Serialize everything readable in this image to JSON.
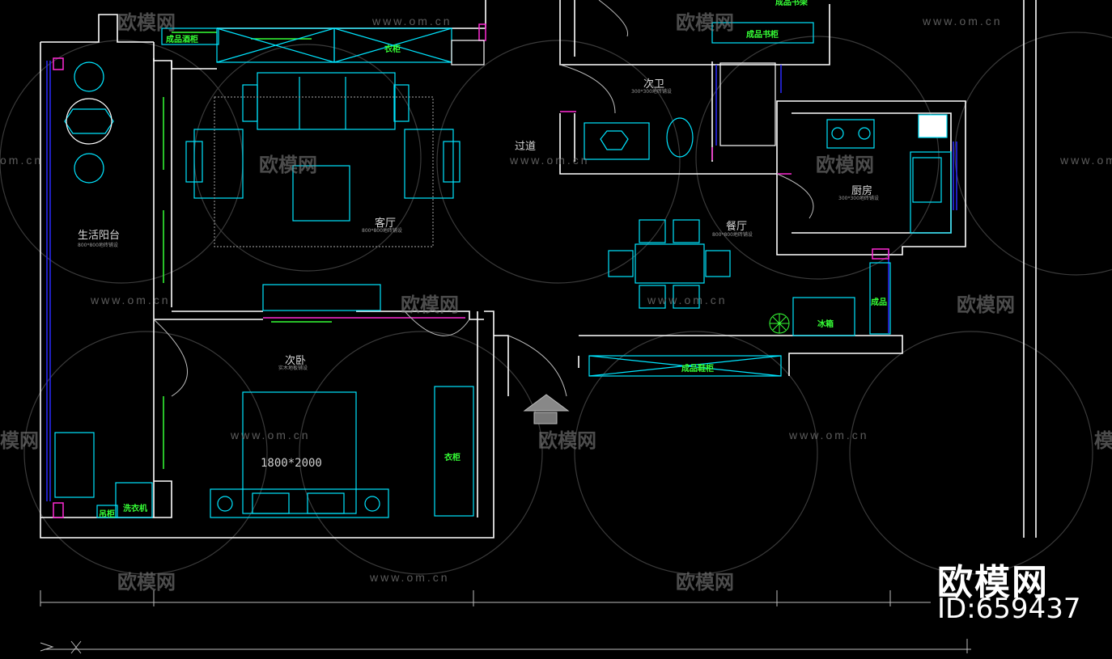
{
  "watermarks": {
    "site": "www.om.cn",
    "site_left": "om.cn",
    "logo": "欧模网",
    "logo_cut": "模网"
  },
  "rooms": {
    "balcony": "生活阳台",
    "living": "客厅",
    "second_bedroom": "次卧",
    "second_bath": "次卫",
    "corridor": "过道",
    "dining": "餐厅",
    "kitchen": "厨房"
  },
  "tile_notes": {
    "tile_800": "800*800地砖铺设",
    "tile_300": "300*300地砖铺设",
    "floor": "实木地板铺设"
  },
  "fixtures": {
    "display_cabinet": "成品酒柜",
    "wardrobe_top": "衣柜",
    "bookshelf_top": "成品书柜",
    "bookshelf_cut": "成品书架",
    "wardrobe": "衣柜",
    "shoe_cabinet": "成品鞋柜",
    "hanging_cabinet": "吊柜",
    "washer": "洗衣机",
    "fridge": "冰箱",
    "cabinet_right": "成品",
    "bed_size": "1800*2000"
  },
  "branding": {
    "logo": "欧模网",
    "id": "ID:659437"
  },
  "colors": {
    "wall": "#ffffff",
    "furniture": "#00e5ff",
    "label": "#36ff36",
    "accent": "#ff2bd6",
    "glass": "#2a2aff"
  }
}
